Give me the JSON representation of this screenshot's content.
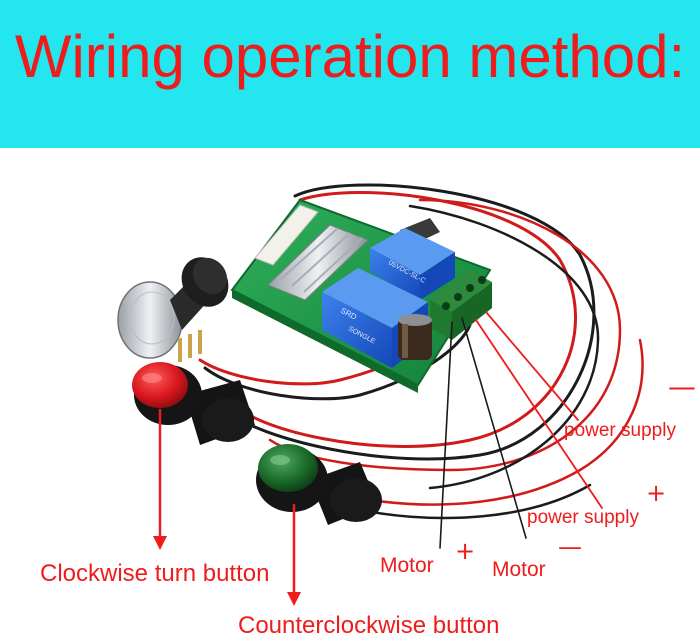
{
  "banner": {
    "title": "Wiring operation method:",
    "background_color": "#23e6ee",
    "text_color": "#ee1c1c"
  },
  "photo": {
    "module_labels": {
      "relay_brand": "SRD",
      "relay_model": "05VDC-SL-C",
      "board_name": "SONGLE"
    }
  },
  "labels": {
    "power_supply_negative": {
      "text": "power supply",
      "sign": "—"
    },
    "power_supply_positive": {
      "text": "power supply",
      "sign": "+"
    },
    "motor_positive": {
      "text": "Motor",
      "sign": "+"
    },
    "motor_negative": {
      "text": "Motor",
      "sign": "—"
    },
    "clockwise_button": "Clockwise turn button",
    "counterclockwise_button": "Counterclockwise button"
  },
  "colors": {
    "label_red": "#ee1c1c",
    "pcb_green": "#1f9a4a",
    "relay_blue": "#1f5fd0",
    "button_red": "#d8171d",
    "button_green": "#1b6b2a"
  }
}
